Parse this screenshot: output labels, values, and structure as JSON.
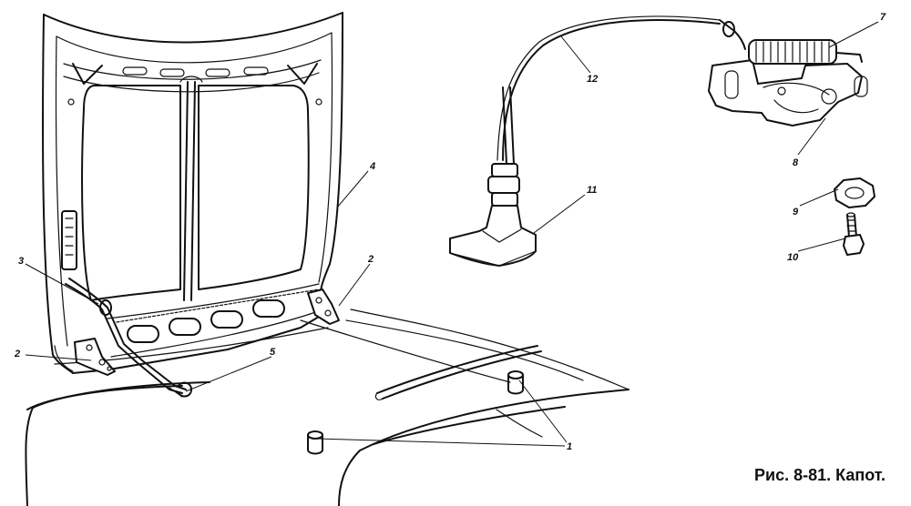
{
  "caption": "Рис. 8-81. Капот.",
  "callouts": [
    {
      "id": "1a",
      "label": "1"
    },
    {
      "id": "1b",
      "label": "1"
    },
    {
      "id": "2a",
      "label": "2"
    },
    {
      "id": "2b",
      "label": "2"
    },
    {
      "id": "3",
      "label": "3"
    },
    {
      "id": "4",
      "label": "4"
    },
    {
      "id": "5",
      "label": "5"
    },
    {
      "id": "7",
      "label": "7"
    },
    {
      "id": "8",
      "label": "8"
    },
    {
      "id": "9",
      "label": "9"
    },
    {
      "id": "10",
      "label": "10"
    },
    {
      "id": "11",
      "label": "11"
    },
    {
      "id": "12",
      "label": "12"
    }
  ]
}
